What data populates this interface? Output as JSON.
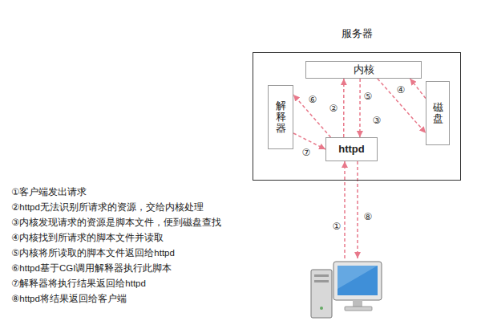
{
  "diagram": {
    "nodes": [
      {
        "text": [
          "服务器"
        ]
      },
      {
        "text": [
          "内核"
        ],
        "in": 0
      },
      {
        "text": [
          "解释器"
        ],
        "in": 0
      },
      {
        "text": [
          "httpd"
        ],
        "in": 0
      },
      {
        "text": [
          "磁盘"
        ],
        "in": 0
      }
    ],
    "edges": [
      {
        "from": 3,
        "to": 1,
        "arrow": "to",
        "label": "②"
      },
      {
        "from": 1,
        "to": 4,
        "arrow": "to",
        "label": "③"
      },
      {
        "from": 4,
        "to": 1,
        "arrow": "to",
        "label": "④"
      },
      {
        "from": 1,
        "to": 3,
        "arrow": "to",
        "label": "⑤"
      },
      {
        "from": 3,
        "to": 2,
        "arrow": "to",
        "label": "⑥"
      },
      {
        "from": 2,
        "to": 3,
        "arrow": "to",
        "label": "⑦"
      }
    ],
    "labels": [
      "①",
      "⑧",
      "①客户端发出请求",
      "②httpd无法识别所请求的资源，交给内核处理",
      "③内核发现请求的资源是脚本文件，便到磁盘查找",
      "④内核找到所请求的脚本文件并读取",
      "⑤内核将所读取的脚本文件返回给httpd",
      "⑥httpd基于CGI调用解释器执行此脚本",
      "⑦解释器将执行结果返回给httpd",
      "⑧httpd将结果返回给客户端"
    ]
  }
}
